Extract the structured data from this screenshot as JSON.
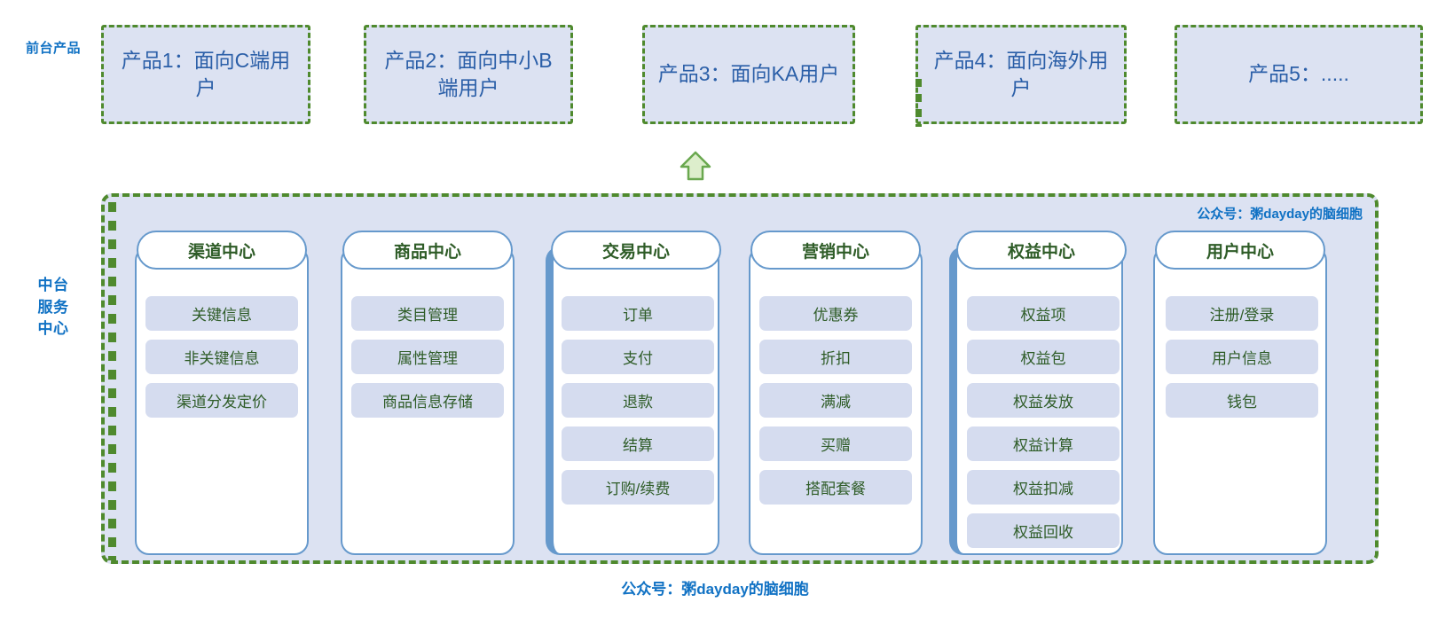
{
  "rail": {
    "front_label": "前台产品",
    "middle_label": "中台\n服务\n中心",
    "middle_label_lines": [
      "中台",
      "服务",
      "中心"
    ]
  },
  "products": [
    {
      "label": "产品1：面向C端用户"
    },
    {
      "label": "产品2：面向中小B端用户"
    },
    {
      "label": "产品3：面向KA用户"
    },
    {
      "label": "产品4：面向海外用户"
    },
    {
      "label": "产品5：....."
    }
  ],
  "arrow": {
    "name": "up-arrow-icon",
    "direction": "up"
  },
  "platform": {
    "watermark": "公众号：粥dayday的脑细胞",
    "centers": [
      {
        "title": "渠道中心",
        "accent": false,
        "items": [
          "关键信息",
          "非关键信息",
          "渠道分发定价"
        ]
      },
      {
        "title": "商品中心",
        "accent": false,
        "items": [
          "类目管理",
          "属性管理",
          "商品信息存储"
        ]
      },
      {
        "title": "交易中心",
        "accent": true,
        "items": [
          "订单",
          "支付",
          "退款",
          "结算",
          "订购/续费"
        ]
      },
      {
        "title": "营销中心",
        "accent": false,
        "items": [
          "优惠券",
          "折扣",
          "满减",
          "买赠",
          "搭配套餐"
        ]
      },
      {
        "title": "权益中心",
        "accent": true,
        "items": [
          "权益项",
          "权益包",
          "权益发放",
          "权益计算",
          "权益扣减",
          "权益回收"
        ]
      },
      {
        "title": "用户中心",
        "accent": false,
        "items": [
          "注册/登录",
          "用户信息",
          "钱包"
        ]
      }
    ]
  },
  "footer": {
    "watermark": "公众号：粥dayday的脑细胞"
  },
  "colors": {
    "product_fill": "#dce2f2",
    "dashed_border": "#4f8a2e",
    "product_text": "#2b5fa8",
    "rail_text": "#1172c4",
    "center_border": "#6699cc",
    "center_title_text": "#2e5c27",
    "item_fill": "#d5dcef",
    "item_text": "#2e5c27",
    "arrow_fill": "#ddeecc",
    "arrow_stroke": "#6aa84f"
  }
}
